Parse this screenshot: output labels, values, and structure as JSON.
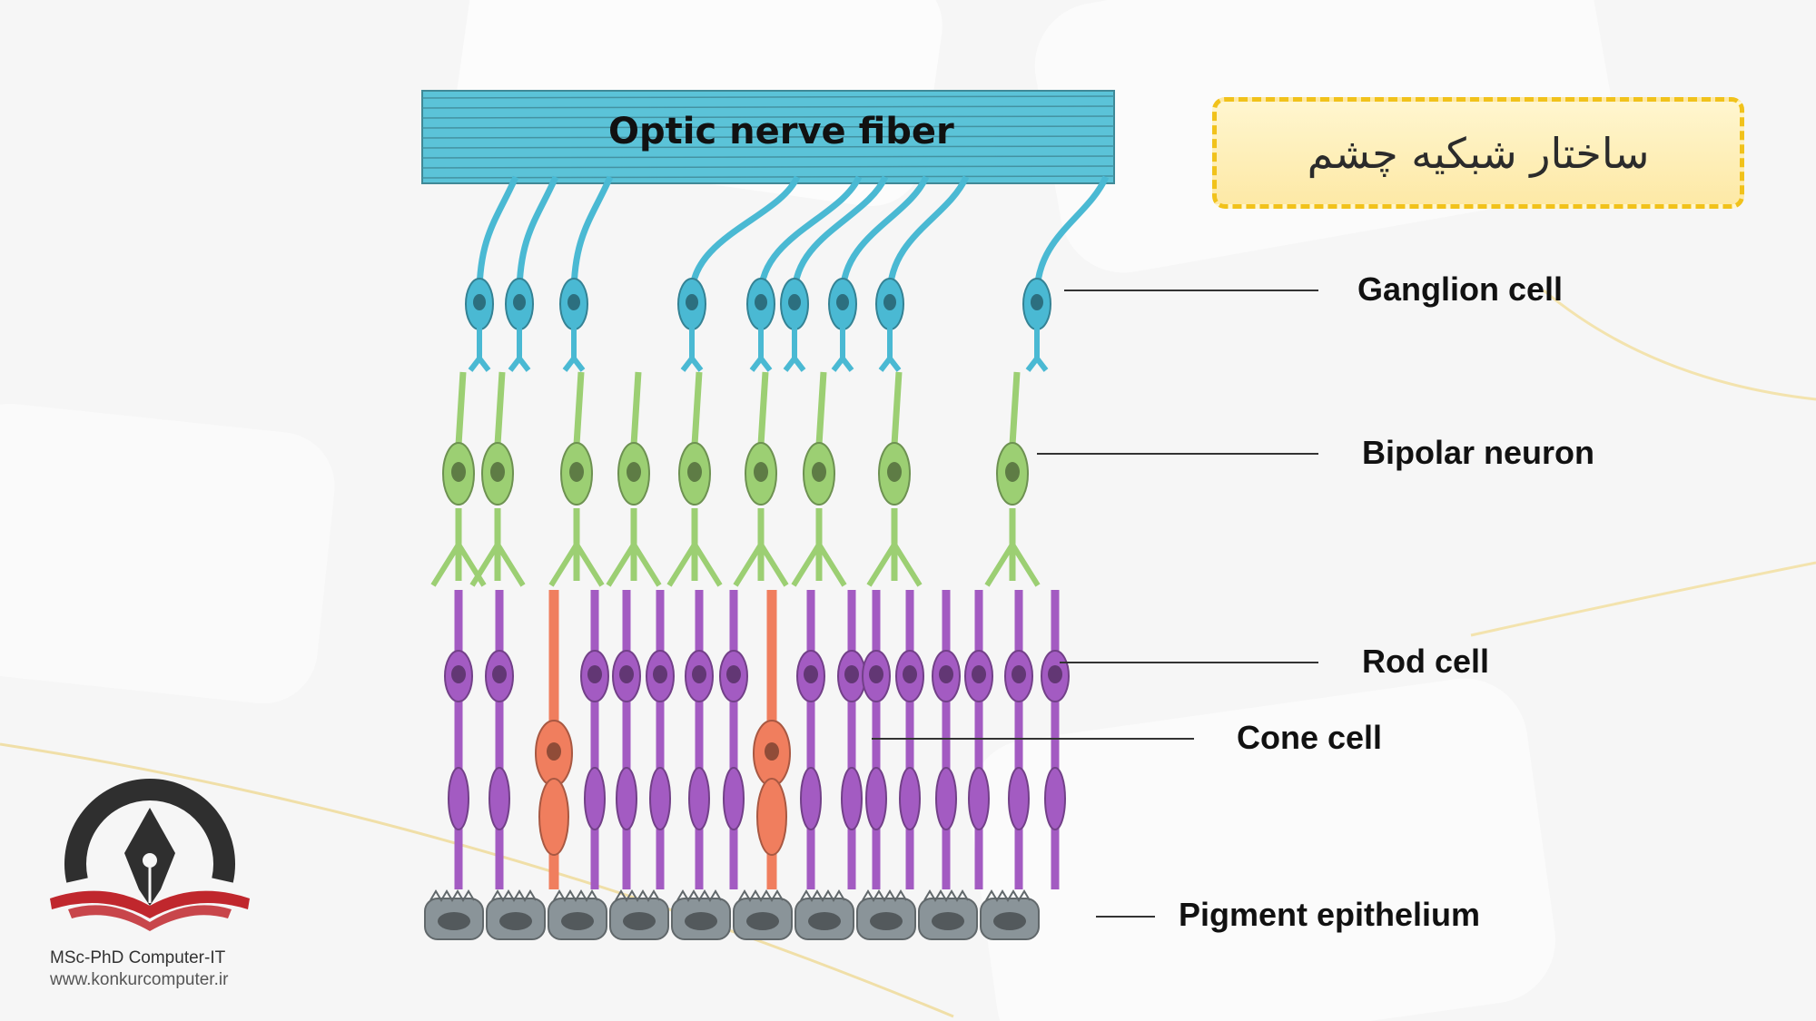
{
  "slide": {
    "title": "ساختار شبکیه چشم",
    "accent_color": "#f1c21b"
  },
  "diagram": {
    "nerve_label": "Optic nerve fiber",
    "labels": {
      "ganglion": "Ganglion cell",
      "bipolar": "Bipolar neuron",
      "rod": "Rod cell",
      "cone": "Cone cell",
      "pigment": "Pigment epithelium"
    },
    "colors": {
      "nerve": "#5bc3d8",
      "ganglion": "#4ab9d3",
      "bipolar": "#9ccf73",
      "rod": "#a35bc2",
      "cone": "#f07e5e",
      "epithelium": "#8a9499"
    }
  },
  "logo": {
    "org": "MSc-PhD Computer-IT",
    "url": "www.konkurcomputer.ir",
    "colors": {
      "ring": "#2f2f2f",
      "book": "#c0272d"
    }
  }
}
